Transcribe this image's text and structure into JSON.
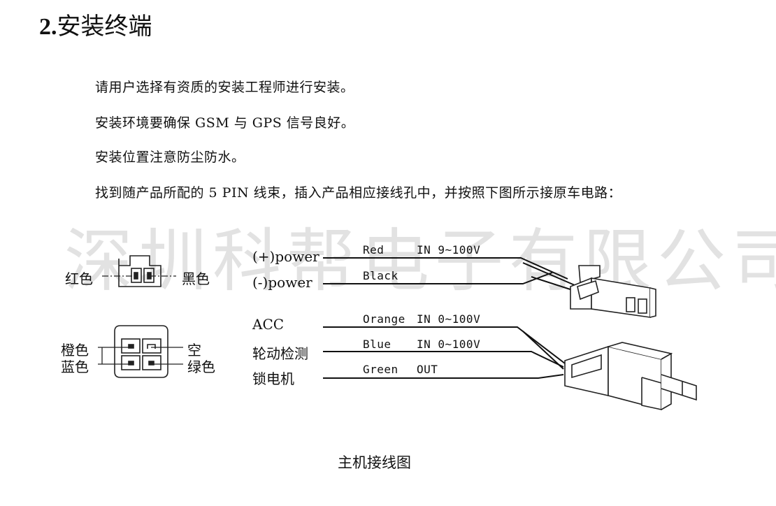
{
  "heading": {
    "number": "2.",
    "title": "安装终端"
  },
  "paragraphs": [
    "请用户选择有资质的安装工程师进行安装。",
    "安装环境要确保 GSM 与 GPS 信号良好。",
    "安装位置注意防尘防水。",
    "找到随产品所配的 5 PIN 线束，插入产品相应接线孔中，并按照下图所示接原车电路："
  ],
  "watermark": "深圳科帮电子有限公司",
  "power_connector": {
    "left_label": "红色",
    "right_label": "黑色",
    "wires": [
      {
        "name": "(+)power",
        "color": "Red",
        "spec": "IN 9~100V"
      },
      {
        "name": "(-)power",
        "color": "Black",
        "spec": ""
      }
    ]
  },
  "signal_connector": {
    "pins": {
      "top_left": "橙色",
      "bottom_left": "蓝色",
      "top_right": "空",
      "bottom_right": "绿色"
    },
    "wires": [
      {
        "name": "ACC",
        "color": "Orange",
        "spec": "IN 0~100V"
      },
      {
        "name": "轮动检测",
        "color": "Blue",
        "spec": "IN 0~100V"
      },
      {
        "name": "锁电机",
        "color": "Green",
        "spec": "OUT"
      }
    ]
  },
  "caption": "主机接线图"
}
